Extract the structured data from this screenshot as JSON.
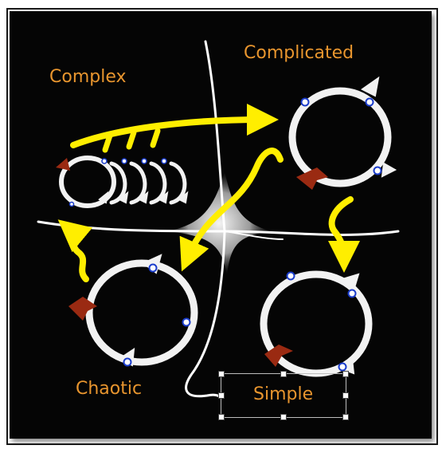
{
  "labels": {
    "complex": "Complex",
    "complicated": "Complicated",
    "chaotic": "Chaotic",
    "simple": "Simple"
  },
  "colors": {
    "background": "#050505",
    "label": "#e8952e",
    "arrow": "#ffee00",
    "loop": "#f2f2f2",
    "apex": "#9a2a12",
    "node": "#1a3ccc"
  },
  "icons": {
    "cycle_loop": "circular-arrow-loop",
    "apex_marker": "A-arrowhead",
    "node_marker": "ring-node"
  },
  "diagram": {
    "quadrants": [
      "Complex",
      "Complicated",
      "Chaotic",
      "Simple"
    ],
    "transitions": [
      {
        "from": "Complex",
        "to": "Complicated"
      },
      {
        "from": "Complicated",
        "to": "Simple"
      },
      {
        "from": "Complicated",
        "to": "Chaotic"
      },
      {
        "from": "Chaotic",
        "to": "Complex"
      }
    ]
  }
}
